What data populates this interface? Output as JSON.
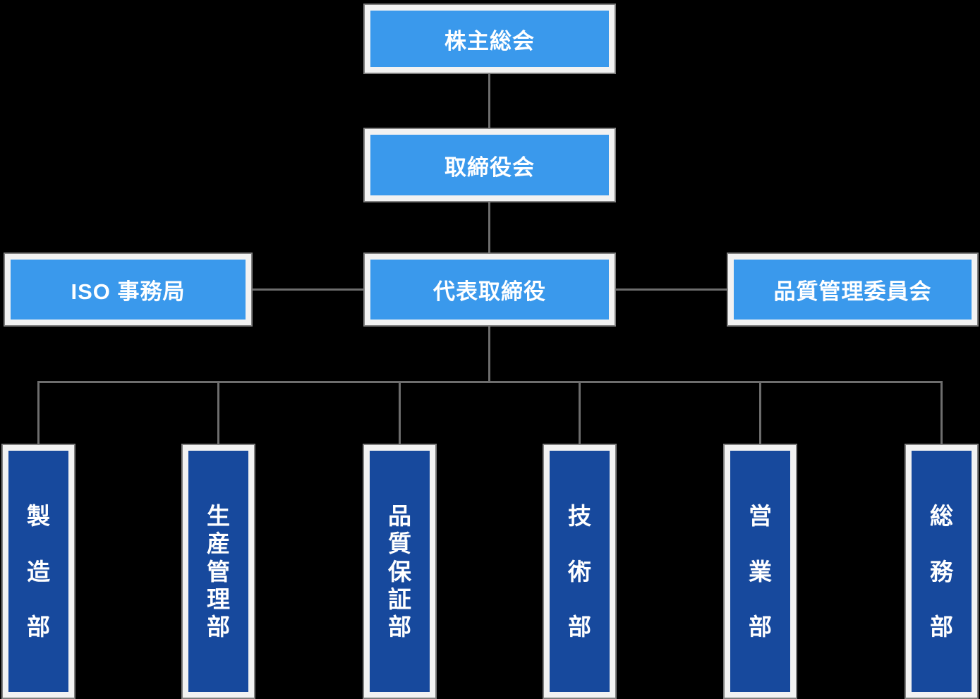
{
  "page": {
    "background_color": "#000000"
  },
  "colors": {
    "node_light_blue": "#3a99ec",
    "node_dark_blue": "#17499d",
    "node_frame": "#f2f2f2",
    "node_border": "#7f7f7f",
    "connector_grey": "#6d6d6d",
    "text": "#ffffff"
  },
  "org_chart": {
    "nodes": {
      "shareholders": {
        "label": "株主総会"
      },
      "board": {
        "label": "取締役会"
      },
      "iso_office": {
        "label": "ISO 事務局"
      },
      "representative_director": {
        "label": "代表取締役"
      },
      "quality_committee": {
        "label": "品質管理委員会"
      }
    },
    "departments": [
      {
        "label": "製造部"
      },
      {
        "label": "生産管理部"
      },
      {
        "label": "品質保証部"
      },
      {
        "label": "技術部"
      },
      {
        "label": "営業部"
      },
      {
        "label": "総務部"
      }
    ]
  }
}
